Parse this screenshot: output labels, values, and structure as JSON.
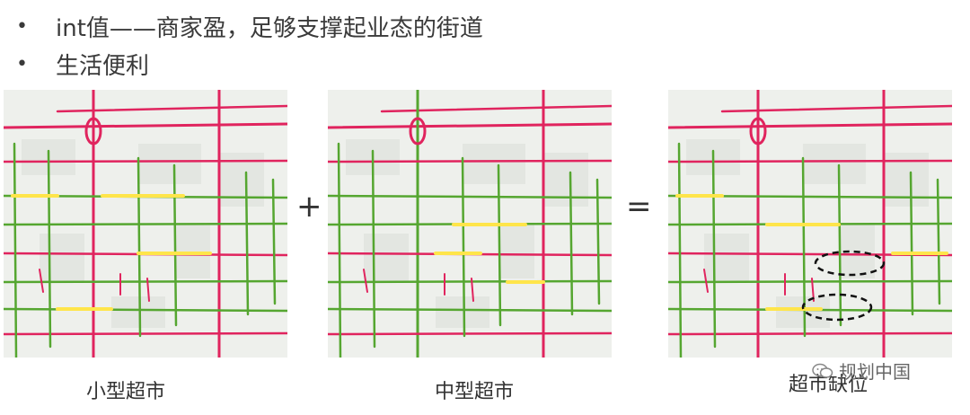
{
  "bullets": [
    {
      "text": "int值——商家盈，足够支撑起业态的街道"
    },
    {
      "text": "生活便利"
    }
  ],
  "operators": {
    "plus": "+",
    "equals": "="
  },
  "captions": [
    "小型超市",
    "中型超市",
    "超市缺位"
  ],
  "watermark": "规划中国",
  "colors": {
    "major": "#e0245e",
    "minor": "#55a630",
    "highlight": "#ffe54a",
    "bg": "#eef0ec",
    "block": "#e3e6e1"
  }
}
